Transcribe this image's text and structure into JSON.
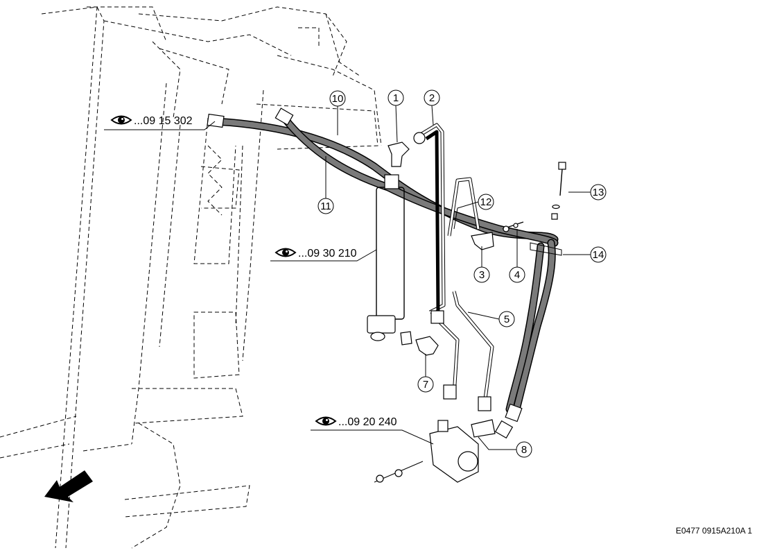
{
  "references": [
    {
      "id": "ref-1",
      "text": "...09 15 302"
    },
    {
      "id": "ref-2",
      "text": "...09 30 210"
    },
    {
      "id": "ref-3",
      "text": "...09 20 240"
    }
  ],
  "callouts": [
    "1",
    "2",
    "3",
    "4",
    "5",
    "7",
    "8",
    "10",
    "11",
    "12",
    "13",
    "14"
  ],
  "doc_code": "E0477 0915A210A 1",
  "icons": {
    "reference": "eye-icon",
    "direction": "direction-arrow-icon"
  }
}
